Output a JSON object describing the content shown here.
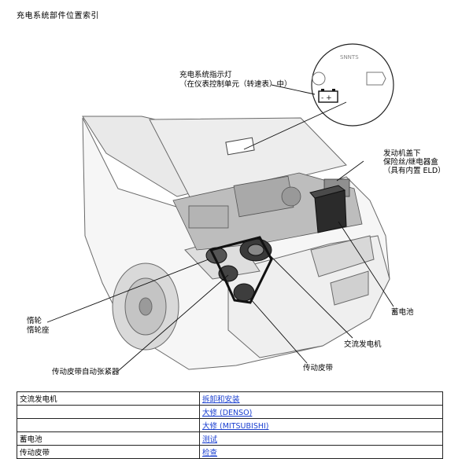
{
  "page": {
    "title": "充电系统部件位置索引"
  },
  "figure": {
    "gauge_marks": "SNNTS",
    "labels": {
      "indicator_line1": "充电系统指示灯",
      "indicator_line2": "（在仪表控制单元（转速表）中）",
      "fusebox_line1": "发动机盖下",
      "fusebox_line2": "保险丝/继电器盒",
      "fusebox_line3": "（具有内置 ELD）",
      "battery": "蓄电池",
      "alternator": "交流发电机",
      "belt": "传动皮带",
      "idler_line1": "惰轮",
      "idler_line2": "惰轮座",
      "tensioner": "传动皮带自动张紧器"
    }
  },
  "index_table": {
    "rows": [
      {
        "component": "交流发电机",
        "link": "拆卸和安装"
      },
      {
        "component": "",
        "link": "大修 (DENSO)"
      },
      {
        "component": "",
        "link": "大修 (MITSUBISHI)"
      },
      {
        "component": "蓄电池",
        "link": "测试"
      },
      {
        "component": "传动皮带",
        "link": "检查"
      }
    ]
  }
}
